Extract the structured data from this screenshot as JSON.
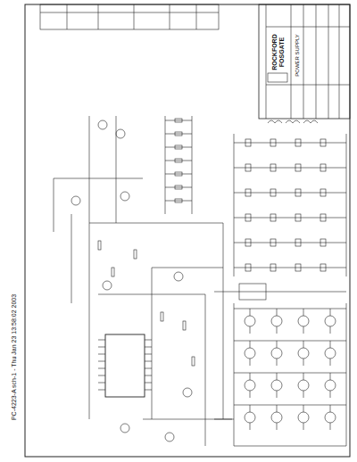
{
  "diagram": {
    "labels": [
      "PC-4223-A sch-1 - Thu Jan 23 13:58:02 2003",
      "ROCKFORD",
      "FOSGATE",
      "POWER SUPPLY"
    ]
  }
}
